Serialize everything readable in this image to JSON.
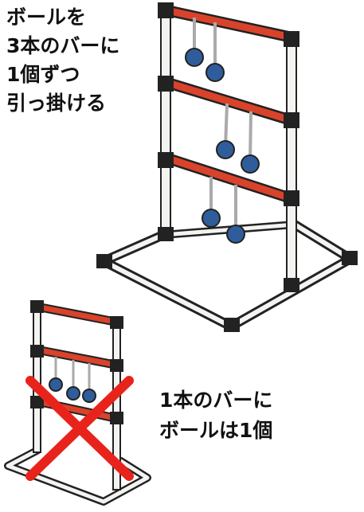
{
  "correct_instruction": {
    "lines": [
      "ボールを",
      "3本のバーに",
      "1個ずつ",
      "引っ掛ける"
    ]
  },
  "wrong_example": {
    "lines": [
      "1本のバーに",
      "ボールは1個"
    ]
  },
  "colors": {
    "bar_red": "#d9432b",
    "pipe_white": "#f3f3f1",
    "joint_black": "#222222",
    "ball_blue": "#2f5d9b",
    "cross_red": "#e8231c"
  },
  "icons": [
    "ladder-golf-rack-correct",
    "ladder-golf-rack-wrong",
    "cross-mark-icon"
  ]
}
